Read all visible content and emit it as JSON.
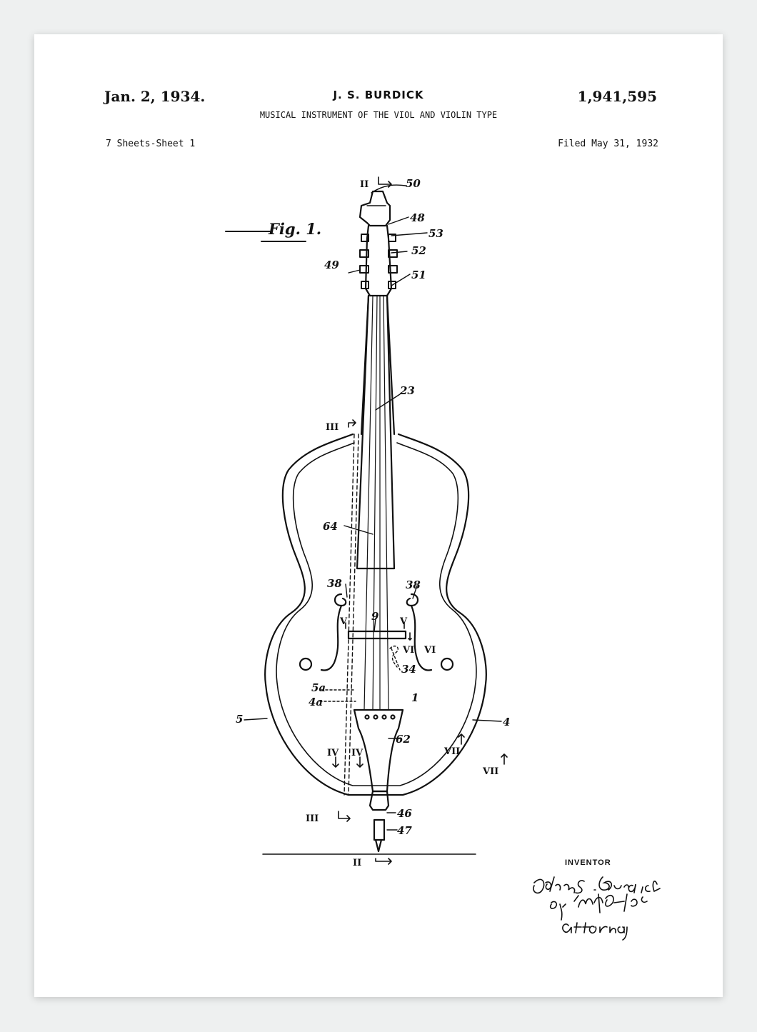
{
  "header": {
    "date": "Jan. 2, 1934.",
    "inventor": "J. S. BURDICK",
    "patent_number": "1,941,595",
    "title": "MUSICAL INSTRUMENT OF THE VIOL AND VIOLIN TYPE",
    "sheets": "7 Sheets-Sheet 1",
    "filed": "Filed May 31, 1932"
  },
  "figure": {
    "label": "Fig. 1.",
    "reference_numerals": [
      "50",
      "48",
      "53",
      "52",
      "49",
      "51",
      "23",
      "64",
      "38",
      "38",
      "9",
      "34",
      "5a",
      "4a",
      "1",
      "5",
      "4",
      "62",
      "46",
      "47"
    ],
    "section_marks": [
      "II",
      "III",
      "V",
      "V",
      "VI",
      "VI",
      "IV",
      "IV",
      "VII",
      "VII",
      "III",
      "II"
    ]
  },
  "signature": {
    "label": "INVENTOR",
    "lines": [
      "John S. Burdick",
      "By W. O. Keith",
      "attorney"
    ]
  }
}
